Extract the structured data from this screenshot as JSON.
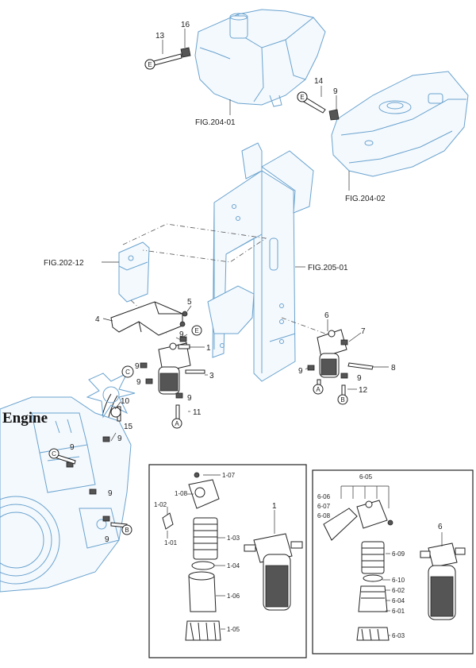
{
  "engine_label": "Engine",
  "fig_refs": {
    "fig_204_01": "FIG.204-01",
    "fig_204_02": "FIG.204-02",
    "fig_205_01": "FIG.205-01",
    "fig_202_12": "FIG.202-12"
  },
  "callouts": {
    "c1": "1",
    "c3": "3",
    "c4": "4",
    "c5": "5",
    "c6": "6",
    "c7": "7",
    "c8": "8",
    "c9": "9",
    "c10": "10",
    "c11": "11",
    "c12": "12",
    "c13": "13",
    "c14": "14",
    "c15": "15",
    "c16": "16"
  },
  "circle_letters": {
    "a": "A",
    "b": "B",
    "c": "C",
    "e": "E"
  },
  "detail_1": {
    "title": "1",
    "parts": [
      "1-07",
      "1-08",
      "1-02",
      "1-01",
      "1-03",
      "1-04",
      "1-06",
      "1-05"
    ]
  },
  "detail_6": {
    "title": "6",
    "header": "6-05",
    "parts": [
      "6-06",
      "6-07",
      "6-08",
      "6-09",
      "6-10",
      "6-02",
      "6-04",
      "6-01",
      "6-03"
    ]
  }
}
